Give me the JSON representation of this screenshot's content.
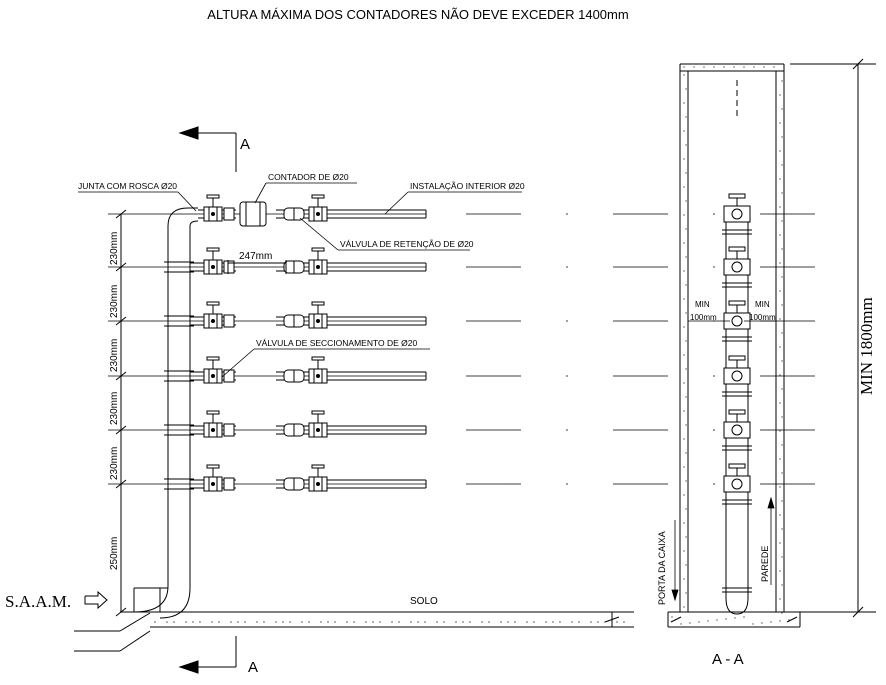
{
  "title": "ALTURA MÁXIMA DOS CONTADORES NÃO DEVE EXCEDER 1400mm",
  "labels": {
    "joint": "JUNTA COM ROSCA Ø20",
    "meter": "CONTADOR DE Ø20",
    "interior": "INSTALAÇÃO INTERIOR Ø20",
    "check_valve": "VÁLVULA DE RETENÇÃO DE Ø20",
    "shutoff_valve": "VÁLVULA DE SECCIONAMENTO DE Ø20",
    "spacing_247": "247mm",
    "solo": "SOLO",
    "saam": "S.A.A.M.",
    "section_mark": "A",
    "section_title": "A - A",
    "min_height": "MIN 1800mm",
    "min_word": "MIN",
    "clear_100": "100mm",
    "porta": "PORTA DA CAIXA",
    "parede": "PAREDE"
  },
  "dimensions": [
    "230mm",
    "230mm",
    "230mm",
    "230mm",
    "230mm",
    "250mm"
  ],
  "colors": {
    "ink": "#000000",
    "hatch": "#555555"
  }
}
